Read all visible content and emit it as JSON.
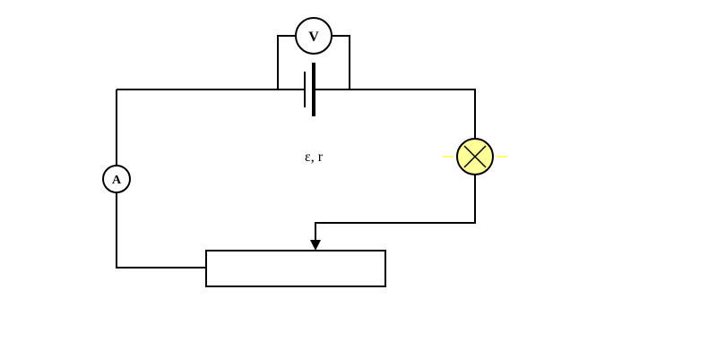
{
  "diagram": {
    "battery_label": "ε, r",
    "voltmeter": {
      "symbol": "V"
    },
    "ammeter": {
      "symbol": "A"
    },
    "lamp": {
      "state": "lit",
      "glow_color": "#ffff66",
      "bulb_fill": "#ffff99"
    },
    "rheostat": {
      "symbol": "rheostat-with-sliding-contact"
    }
  },
  "colors": {
    "wire": "#000000",
    "background": "#ffffff"
  }
}
